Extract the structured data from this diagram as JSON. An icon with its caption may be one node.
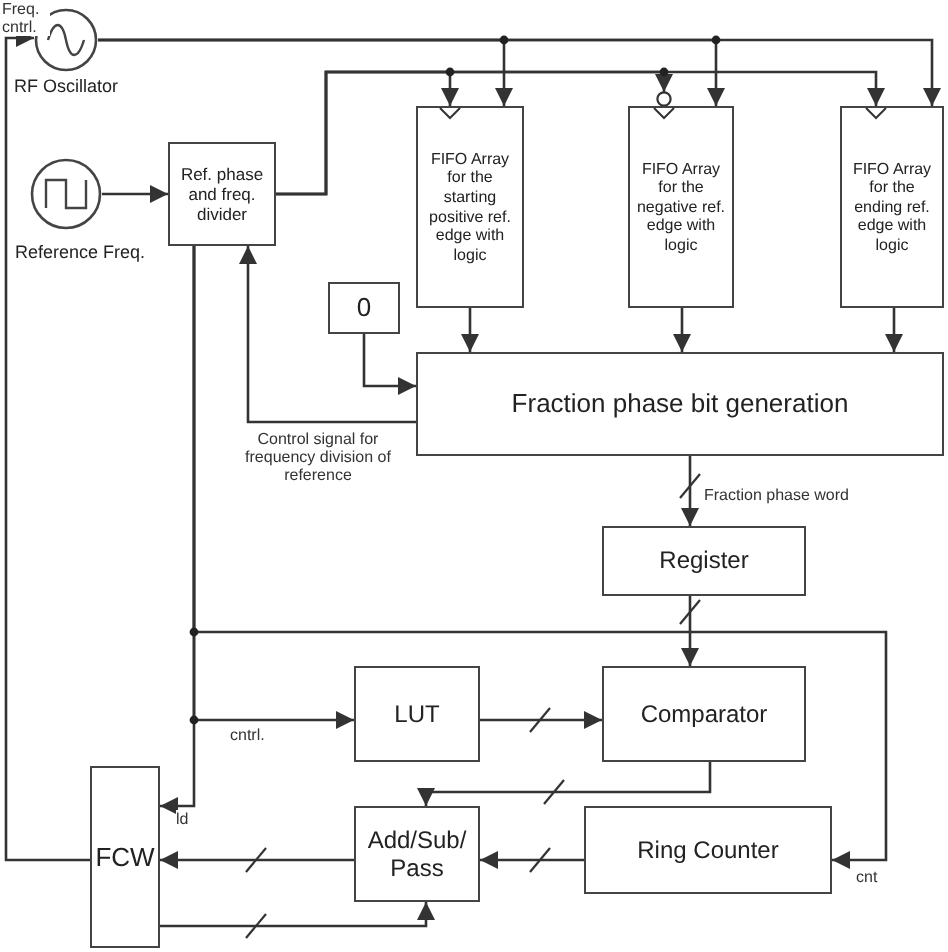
{
  "diagram": {
    "nodes": [
      {
        "text": [],
        "shape": "circle",
        "beside": [
          "RF Oscillator"
        ]
      },
      {
        "text": [],
        "shape": "circle",
        "beside": [
          "Reference Freq."
        ]
      },
      {
        "text": [
          "Ref. phase and freq. divider"
        ]
      },
      {
        "text": [
          "FIFO Array for the starting positive ref. edge with logic"
        ]
      },
      {
        "text": [
          "FIFO Array for the negative ref. edge with logic"
        ]
      },
      {
        "text": [
          "FIFO Array for the ending ref. edge with logic"
        ]
      },
      {
        "text": [
          "0"
        ]
      },
      {
        "text": [
          "Fraction phase bit generation"
        ]
      },
      {
        "text": [
          "Register"
        ]
      },
      {
        "text": [
          "LUT"
        ]
      },
      {
        "text": [
          "Comparator"
        ]
      },
      {
        "text": [
          "Ring Counter"
        ]
      },
      {
        "text": [
          "Add/Sub/ Pass"
        ]
      },
      {
        "text": [
          "FCW"
        ]
      }
    ],
    "edges": [
      {
        "from": 13,
        "to": 0,
        "arrow": "to",
        "label": "Freq. cntrl."
      },
      {
        "from": 0,
        "to": 3,
        "arrow": "to"
      },
      {
        "from": 0,
        "to": 4,
        "arrow": "to"
      },
      {
        "from": 0,
        "to": 5,
        "arrow": "to"
      },
      {
        "from": 1,
        "to": 2,
        "arrow": "to"
      },
      {
        "from": 2,
        "to": 3,
        "arrow": "to"
      },
      {
        "from": 2,
        "to": 4,
        "arrow": "to"
      },
      {
        "from": 2,
        "to": 5,
        "arrow": "to"
      },
      {
        "from": 3,
        "to": 7,
        "arrow": "to"
      },
      {
        "from": 4,
        "to": 7,
        "arrow": "to"
      },
      {
        "from": 5,
        "to": 7,
        "arrow": "to"
      },
      {
        "from": 6,
        "to": 7,
        "arrow": "to"
      },
      {
        "from": 7,
        "to": 2,
        "arrow": "to",
        "label": "Control signal for frequency division of reference"
      },
      {
        "from": 7,
        "to": 8,
        "arrow": "to",
        "label": "Fraction phase word"
      },
      {
        "from": 8,
        "to": 10,
        "arrow": "to"
      },
      {
        "from": 2,
        "to": 11,
        "arrow": "to",
        "label": "cnt"
      },
      {
        "from": 2,
        "to": 9,
        "arrow": "to",
        "label": "cntrl."
      },
      {
        "from": 2,
        "to": 13,
        "arrow": "to",
        "label": "ld"
      },
      {
        "from": 9,
        "to": 10,
        "arrow": "to"
      },
      {
        "from": 10,
        "to": 12,
        "arrow": "to"
      },
      {
        "from": 11,
        "to": 12,
        "arrow": "to"
      },
      {
        "from": 12,
        "to": 13,
        "arrow": "to"
      },
      {
        "from": 13,
        "to": 12,
        "arrow": "to"
      }
    ]
  }
}
